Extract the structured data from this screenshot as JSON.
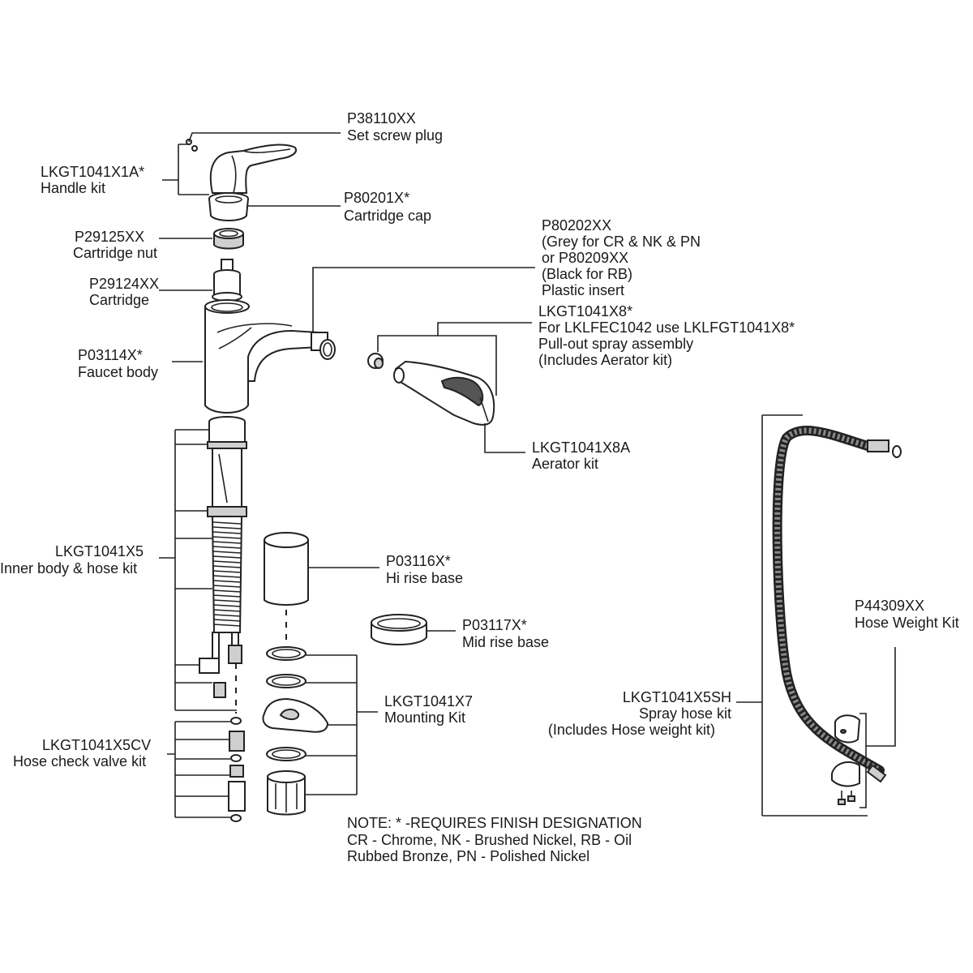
{
  "labels": {
    "set_screw_plug": {
      "part": "P38110XX",
      "desc": "Set screw plug"
    },
    "handle_kit": {
      "part": "LKGT1041X1A*",
      "desc": "Handle kit"
    },
    "cartridge_cap": {
      "part": "P80201X*",
      "desc": "Cartridge cap"
    },
    "cartridge_nut": {
      "part": "P29125XX",
      "desc": "Cartridge nut"
    },
    "plastic_insert": {
      "lines": [
        "P80202XX",
        "(Grey for CR & NK & PN",
        "or P80209XX",
        "(Black for RB)",
        "Plastic insert"
      ]
    },
    "cartridge": {
      "part": "P29124XX",
      "desc": "Cartridge"
    },
    "pull_out_spray": {
      "lines": [
        "LKGT1041X8*",
        "For LKLFEC1042 use LKLFGT1041X8*",
        "Pull-out spray assembly",
        "(Includes Aerator kit)"
      ]
    },
    "faucet_body": {
      "part": "P03114X*",
      "desc": "Faucet body"
    },
    "aerator_kit": {
      "part": "LKGT1041X8A",
      "desc": "Aerator kit"
    },
    "inner_body_hose": {
      "part": "LKGT1041X5",
      "desc": "Inner body & hose kit"
    },
    "hi_rise_base": {
      "part": "P03116X*",
      "desc": "Hi rise base"
    },
    "mid_rise_base": {
      "part": "P03117X*",
      "desc": "Mid rise base"
    },
    "hose_weight_kit": {
      "part": "P44309XX",
      "desc": "Hose Weight Kit"
    },
    "mounting_kit": {
      "part": "LKGT1041X7",
      "desc": "Mounting Kit"
    },
    "spray_hose_kit": {
      "lines": [
        "LKGT1041X5SH",
        "Spray hose kit",
        "(Includes Hose weight kit)"
      ]
    },
    "hose_check_valve": {
      "part": "LKGT1041X5CV",
      "desc": "Hose check valve kit"
    }
  },
  "note": {
    "lines": [
      "NOTE: * -REQUIRES FINISH DESIGNATION",
      "CR - Chrome, NK - Brushed Nickel, RB - Oil",
      "Rubbed Bronze, PN - Polished Nickel"
    ]
  }
}
